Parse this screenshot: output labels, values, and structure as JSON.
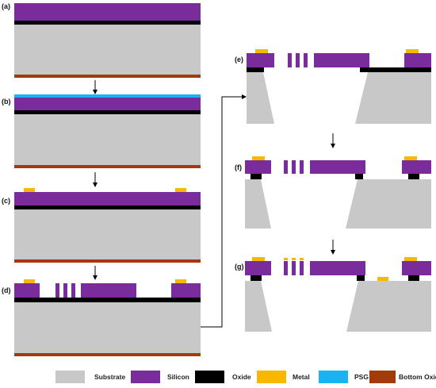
{
  "panels": {
    "a": "(a)",
    "b": "(b)",
    "c": "(c)",
    "d": "(d)",
    "e": "(e)",
    "f": "(f)",
    "g": "(g)"
  },
  "legend": [
    {
      "label": "Substrate",
      "color": "#c8c8c8"
    },
    {
      "label": "Silicon",
      "color": "#7b2c9c"
    },
    {
      "label": "Oxide",
      "color": "#000000"
    },
    {
      "label": "Metal",
      "color": "#f8b800"
    },
    {
      "label": "PSG",
      "color": "#1ab2f0"
    },
    {
      "label": "Bottom Oxide",
      "color": "#a33a0b"
    }
  ],
  "colors": {
    "substrate": "#c8c8c8",
    "silicon": "#7b2c9c",
    "oxide": "#000000",
    "metal": "#f8b800",
    "psg": "#1ab2f0",
    "bottom_oxide": "#a33a0b"
  }
}
